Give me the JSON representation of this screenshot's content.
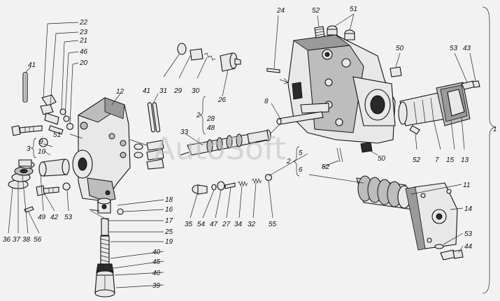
{
  "watermark": "AutoSoft",
  "labels": {
    "l1": "1",
    "l2a": "2",
    "l2b": "2",
    "l3": "3",
    "l5": "5",
    "l6": "6",
    "l7": "7",
    "l8": "8",
    "l9": "9",
    "l10": "10",
    "l11": "11",
    "l12": "12",
    "l13": "13",
    "l14": "14",
    "l15": "15",
    "l16": "16",
    "l17": "17",
    "l18": "18",
    "l19": "19",
    "l20": "20",
    "l21": "21",
    "l22": "22",
    "l23": "23",
    "l24": "24",
    "l25": "25",
    "l26": "26",
    "l27": "27",
    "l28": "28",
    "l29": "29",
    "l30": "30",
    "l31": "31",
    "l32": "32",
    "l33": "33",
    "l34": "34",
    "l35": "35",
    "l36": "36",
    "l37": "37",
    "l38": "38",
    "l39": "39",
    "l40a": "40",
    "l40b": "40",
    "l41a": "41",
    "l41b": "41",
    "l42": "42",
    "l43": "43",
    "l44": "44",
    "l45": "45",
    "l46": "46",
    "l47": "47",
    "l48": "48",
    "l49": "49",
    "l50a": "50",
    "l50b": "50",
    "l51a": "51",
    "l51b": "51",
    "l52a": "52",
    "l52b": "52",
    "l52c": "52",
    "l53a": "53",
    "l53b": "53",
    "l53c": "53",
    "l54": "54",
    "l55": "55",
    "l56": "56"
  }
}
